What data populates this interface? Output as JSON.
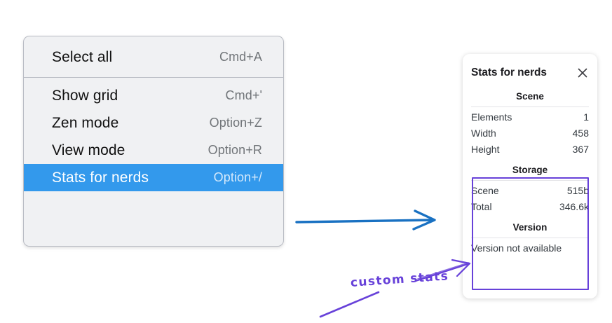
{
  "menu": {
    "groups": [
      {
        "items": [
          {
            "label": "Select all",
            "shortcut": "Cmd+A",
            "selected": false,
            "name": "menu-item-select-all"
          }
        ]
      },
      {
        "items": [
          {
            "label": "Show grid",
            "shortcut": "Cmd+'",
            "selected": false,
            "name": "menu-item-show-grid"
          },
          {
            "label": "Zen mode",
            "shortcut": "Option+Z",
            "selected": false,
            "name": "menu-item-zen-mode"
          },
          {
            "label": "View mode",
            "shortcut": "Option+R",
            "selected": false,
            "name": "menu-item-view-mode"
          },
          {
            "label": "Stats for nerds",
            "shortcut": "Option+/",
            "selected": true,
            "name": "menu-item-stats-for-nerds"
          }
        ]
      }
    ]
  },
  "stats_panel": {
    "title": "Stats for nerds",
    "close_icon": "close-icon",
    "sections": [
      {
        "title": "Scene",
        "rows": [
          {
            "key": "Elements",
            "value": "1"
          },
          {
            "key": "Width",
            "value": "458"
          },
          {
            "key": "Height",
            "value": "367"
          }
        ]
      },
      {
        "title": "Storage",
        "rows": [
          {
            "key": "Scene",
            "value": "515b"
          },
          {
            "key": "Total",
            "value": "346.6k"
          }
        ]
      },
      {
        "title": "Version",
        "note": "Version not available"
      }
    ]
  },
  "annotations": {
    "handwritten_label": "custom stats",
    "blue_arrow_name": "blue-arrow-annotation",
    "purple_arrow_name": "purple-arrow-annotation",
    "purple_line_name": "purple-underline-annotation",
    "highlight_name": "custom-stats-highlight-rect"
  },
  "colors": {
    "menu_background": "#f0f1f3",
    "menu_border": "#b9bcc4",
    "menu_selected": "#3399ec",
    "menu_selected_text": "#ffffff",
    "menu_shortcut_text": "#717579",
    "panel_background": "#ffffff",
    "panel_text": "#343a40",
    "annotation_blue": "#1971c2",
    "annotation_purple": "#6741d9"
  }
}
